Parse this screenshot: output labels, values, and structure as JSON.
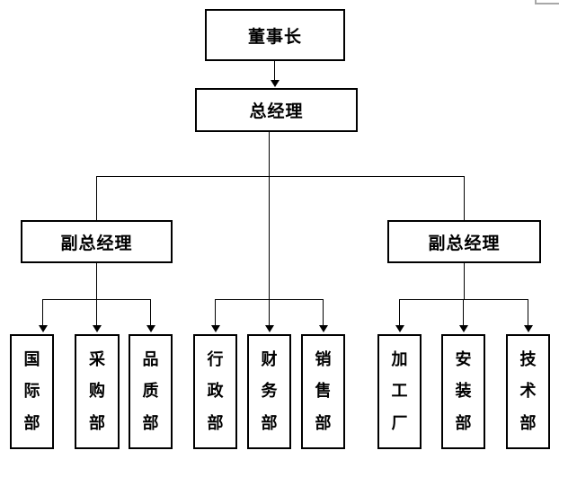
{
  "diagram": {
    "type": "org-chart",
    "colors": {
      "background": "#ffffff",
      "line": "#000000",
      "box_border": "#000000",
      "text": "#000000",
      "edge_artifact_gray": "#a8a8a8"
    },
    "nodes": {
      "chairman": {
        "label": "董事长"
      },
      "general_manager": {
        "label": "总经理"
      },
      "deputy_left": {
        "label": "副总经理"
      },
      "deputy_right": {
        "label": "副总经理"
      },
      "departments": [
        {
          "label": "国际部",
          "group": "left"
        },
        {
          "label": "采购部",
          "group": "left"
        },
        {
          "label": "品质部",
          "group": "left"
        },
        {
          "label": "行政部",
          "group": "center"
        },
        {
          "label": "财务部",
          "group": "center"
        },
        {
          "label": "销售部",
          "group": "center"
        },
        {
          "label": "加工厂",
          "group": "right"
        },
        {
          "label": "安装部",
          "group": "right"
        },
        {
          "label": "技术部",
          "group": "right"
        }
      ]
    },
    "edges": [
      {
        "from": "chairman",
        "to": "general_manager",
        "arrow": true
      },
      {
        "from": "general_manager",
        "to": "deputy_left",
        "arrow": false
      },
      {
        "from": "general_manager",
        "to": "deputy_right",
        "arrow": false
      },
      {
        "from": "general_manager",
        "to": "行政部",
        "arrow": true
      },
      {
        "from": "general_manager",
        "to": "财务部",
        "arrow": true
      },
      {
        "from": "general_manager",
        "to": "销售部",
        "arrow": true
      },
      {
        "from": "deputy_left",
        "to": "国际部",
        "arrow": true
      },
      {
        "from": "deputy_left",
        "to": "采购部",
        "arrow": true
      },
      {
        "from": "deputy_left",
        "to": "品质部",
        "arrow": true
      },
      {
        "from": "deputy_right",
        "to": "加工厂",
        "arrow": true
      },
      {
        "from": "deputy_right",
        "to": "安装部",
        "arrow": true
      },
      {
        "from": "deputy_right",
        "to": "技术部",
        "arrow": true
      }
    ]
  }
}
